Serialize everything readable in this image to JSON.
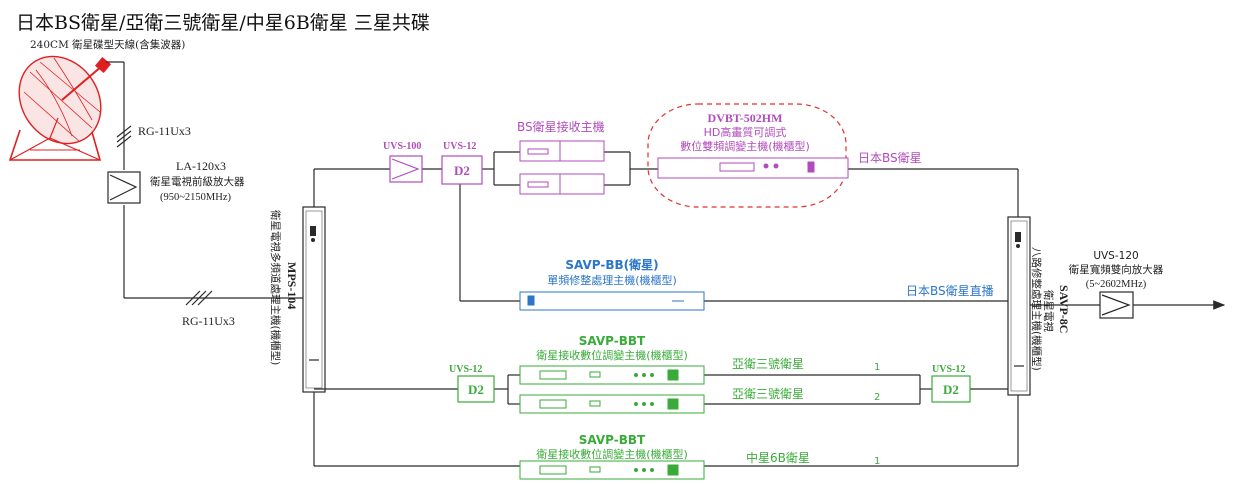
{
  "page": {
    "title": "日本BS衛星/亞衛三號衛星/中星6B衛星 三星共碟",
    "subtitle": "240CM 衛星碟型天線(含集波器)"
  },
  "colors": {
    "line": "#2a2a2a",
    "purple": "#b24bbd",
    "blue": "#2b76c9",
    "green": "#3aab3a",
    "highlight_dash": "#e03030",
    "dish_red": "#e02020"
  },
  "icons": {
    "dish": "satellite-dish-icon",
    "amp": "amplifier-icon",
    "brand": "brand-logo-icon"
  },
  "cables": {
    "top": "RG-11Ux3",
    "bottom": "RG-11Ux3"
  },
  "preamp": {
    "model": "LA-120x3",
    "desc": "衛星電視前級放大器",
    "range": "(950~2150MHz)"
  },
  "mps": {
    "model": "MPS-104",
    "desc": "衛星電視多頻道處理主機(機櫃型)"
  },
  "bs": {
    "uvs100": "UVS-100",
    "uvs12": "UVS-12",
    "d2": "D2",
    "receiver_label": "BS衛星接收主機",
    "dvbt_model": "DVBT-502HM",
    "dvbt_desc1": "HD高畫質可調式",
    "dvbt_desc2": "數位雙頻調變主機(機櫃型)",
    "out_label": "日本BS衛星"
  },
  "savp_bb": {
    "model": "SAVP-BB(衛星)",
    "desc": "單頻修整處理主機(機櫃型)",
    "out_label": "日本BS衛星直播"
  },
  "savp_bbt1": {
    "model": "SAVP-BBT",
    "desc": "衛星接收數位調變主機(機櫃型)",
    "uvs12_left": "UVS-12",
    "d2_left": "D2",
    "uvs12_right": "UVS-12",
    "d2_right": "D2",
    "ch1_label": "亞衛三號衛星",
    "ch1_num": "1",
    "ch2_label": "亞衛三號衛星",
    "ch2_num": "2"
  },
  "savp_bbt2": {
    "model": "SAVP-BBT",
    "desc": "衛星接收數位調變主機(機櫃型)",
    "ch_label": "中星6B衛星",
    "ch_num": "1"
  },
  "savp8c": {
    "model": "SAVP-8C",
    "desc1": "衛星電視",
    "desc2": "八路修整處理主機(機櫃型)"
  },
  "uvs120": {
    "model": "UVS-120",
    "desc": "衛星寬頻雙向放大器",
    "range": "(5~2602MHz)"
  }
}
